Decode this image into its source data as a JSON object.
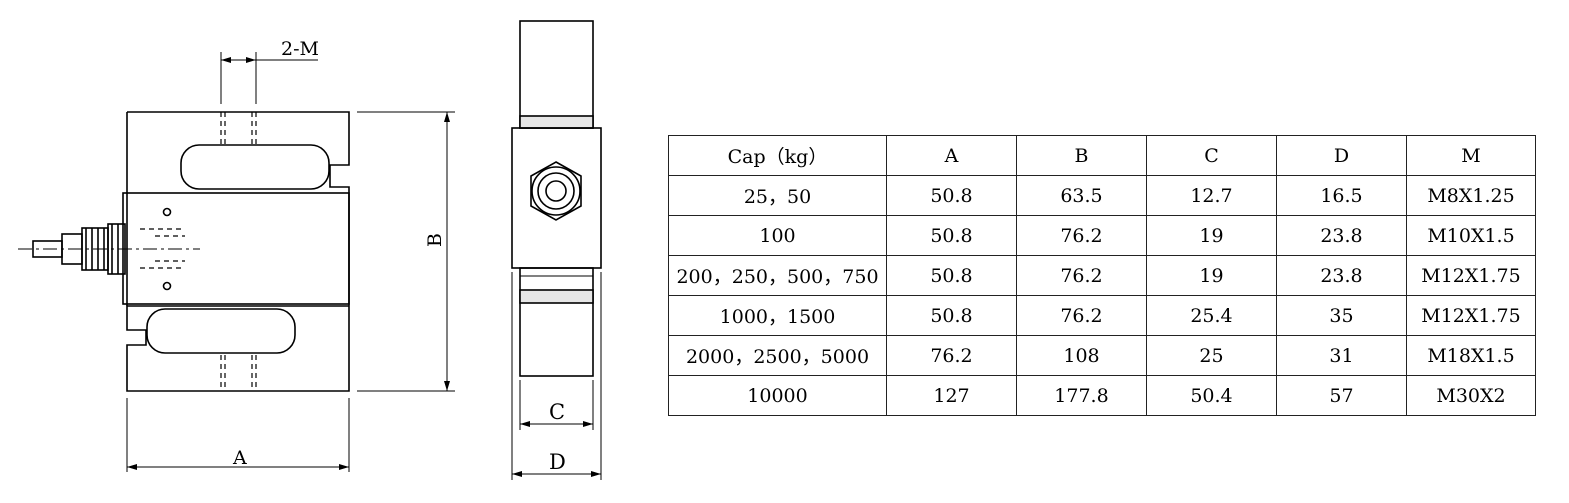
{
  "drawing": {
    "labels": {
      "thread": "2-M",
      "width": "A",
      "height": "B",
      "thickness": "C",
      "depth": "D"
    }
  },
  "table": {
    "headers": [
      "Cap（kg）",
      "A",
      "B",
      "C",
      "D",
      "M"
    ],
    "rows": [
      [
        "25，50",
        "50.8",
        "63.5",
        "12.7",
        "16.5",
        "M8X1.25"
      ],
      [
        "100",
        "50.8",
        "76.2",
        "19",
        "23.8",
        "M10X1.5"
      ],
      [
        "200，250，500，750",
        "50.8",
        "76.2",
        "19",
        "23.8",
        "M12X1.75"
      ],
      [
        "1000，1500",
        "50.8",
        "76.2",
        "25.4",
        "35",
        "M12X1.75"
      ],
      [
        "2000，2500，5000",
        "76.2",
        "108",
        "25",
        "31",
        "M18X1.5"
      ],
      [
        "10000",
        "127",
        "177.8",
        "50.4",
        "57",
        "M30X2"
      ]
    ]
  }
}
